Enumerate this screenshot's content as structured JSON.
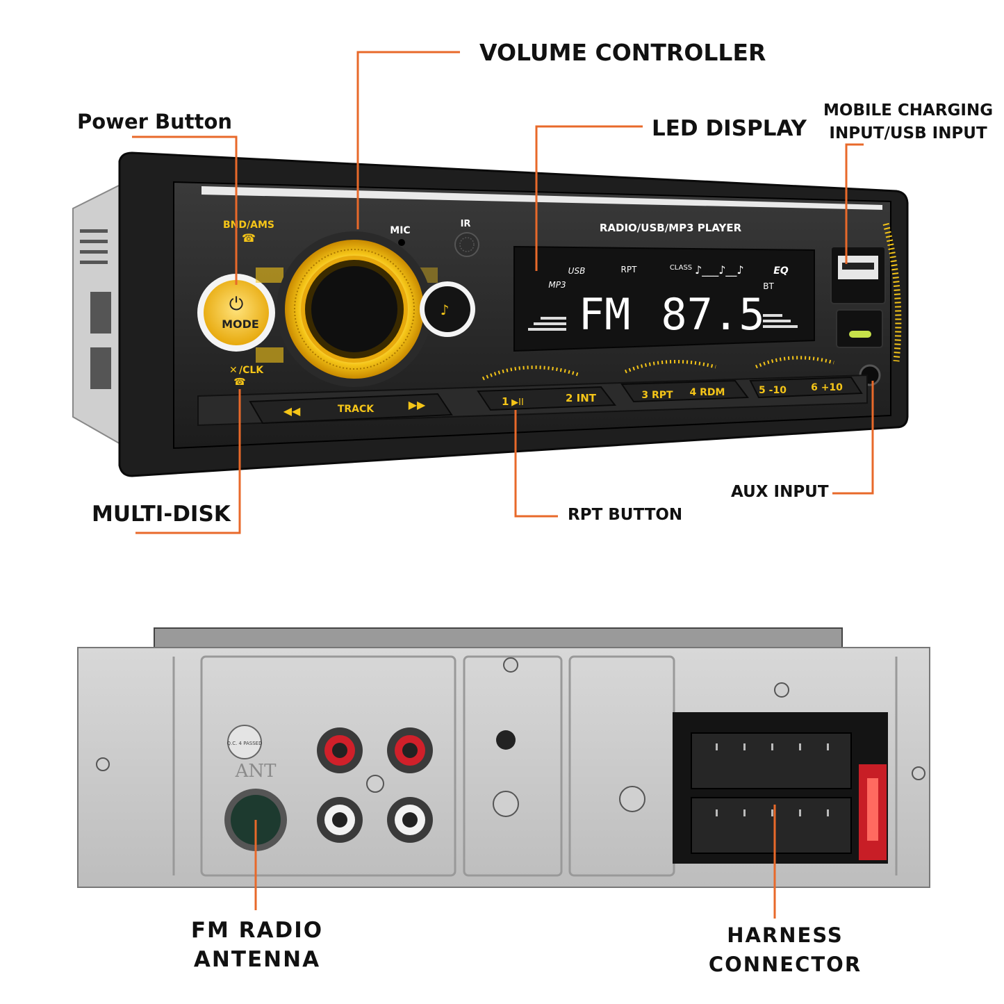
{
  "accent_color": "#e8692a",
  "glow_color": "#f5c518",
  "callouts": {
    "volume_controller": "VOLUME CONTROLLER",
    "power_button": "Power Button",
    "led_display": "LED DISPLAY",
    "mobile_charging_line1": "MOBILE CHARGING",
    "mobile_charging_line2": "INPUT/USB INPUT",
    "multi_disk": "MULTI-DISK",
    "rpt_button": "RPT BUTTON",
    "aux_input": "AUX INPUT",
    "fm_radio_line1": "FM RADIO",
    "fm_radio_line2": "ANTENNA",
    "harness_line1": "HARNESS",
    "harness_line2": "CONNECTOR"
  },
  "front_panel": {
    "bnd_ams": "BND/AMS",
    "mic": "MIC",
    "ir": "IR",
    "mode": "MODE",
    "mute_clk": "/CLK",
    "model_title": "RADIO/USB/MP3 PLAYER",
    "display": {
      "usb": "USB",
      "mp3": "MP3",
      "rpt": "RPT",
      "class": "CLASS",
      "eq": "EQ",
      "bt": "BT",
      "band": "FM",
      "frequency": "87.5"
    },
    "buttons": {
      "track": "TRACK",
      "btn1": "1",
      "btn2": "2 INT",
      "btn3": "3 RPT",
      "btn4": "4 RDM",
      "btn5": "5 -10",
      "btn6": "6 +10"
    }
  },
  "rear_panel": {
    "qc_stamp": "Q.C. 4 PASSED",
    "ant": "ANT"
  }
}
